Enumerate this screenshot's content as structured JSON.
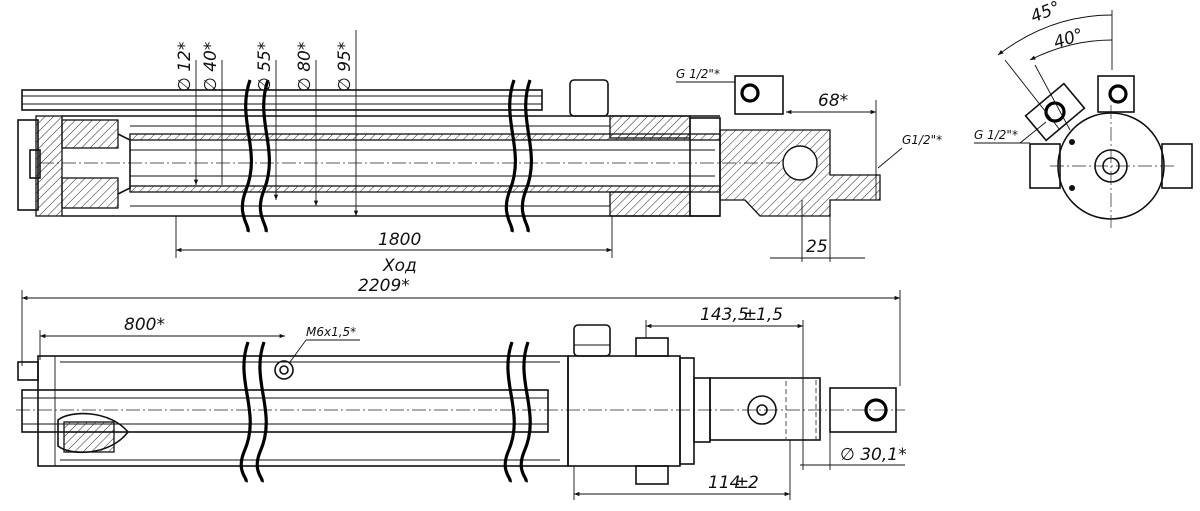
{
  "drawing": {
    "dimensions": {
      "stroke": "1800",
      "stroke_label": "Ход",
      "overall_length": "2209*",
      "distance_800": "800*",
      "offset_143": "143,5",
      "tol_143": "±",
      "tol_143_val": "1,5",
      "offset_114": "114",
      "tol_114": "±",
      "tol_114_val": "2",
      "dia_rod_end": "∅ 30,1*",
      "dim_68": "68*",
      "dim_25": "25",
      "angle_45": "45°",
      "angle_40": "40°"
    },
    "diameters": [
      "∅ 12*",
      "∅ 40*",
      "∅ 55*",
      "∅ 80*",
      "∅ 95*"
    ],
    "threads": {
      "port_top": "G 1/2\"*",
      "port_right": "G1/2\"*",
      "port_end_view": "G 1/2\"*",
      "bleed": "M6x1,5*"
    },
    "colors": {
      "line": "#111111",
      "background": "#ffffff"
    }
  }
}
